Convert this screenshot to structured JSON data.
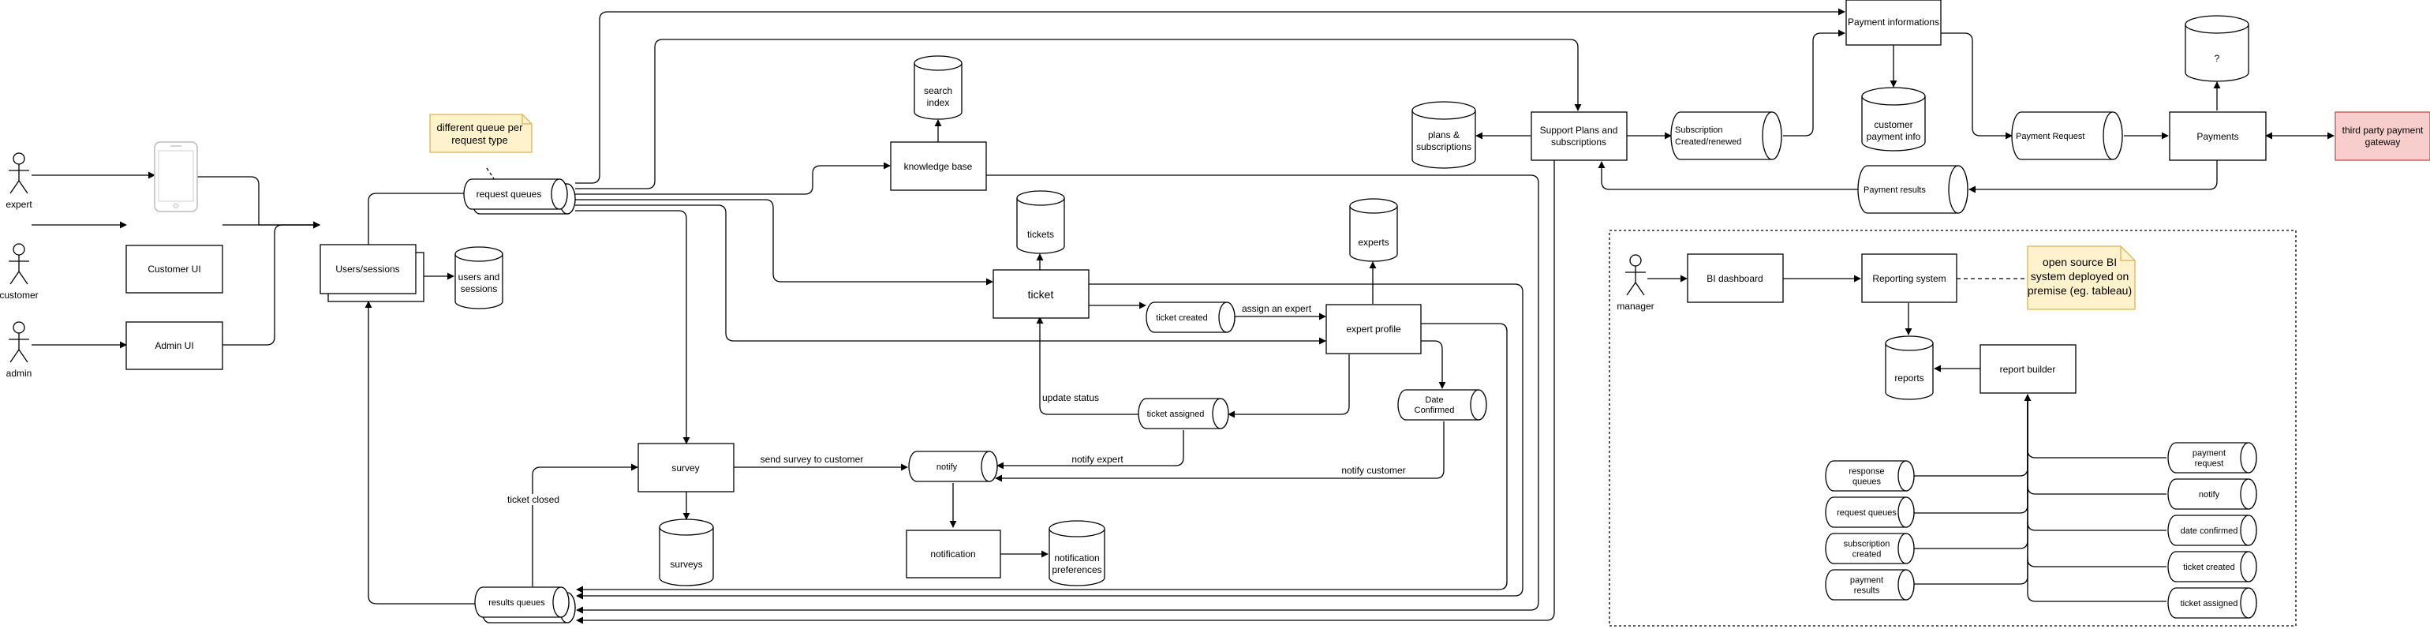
{
  "actors": {
    "expert": "expert",
    "customer": "customer",
    "admin": "admin",
    "manager": "manager"
  },
  "boxes": {
    "customer_ui": "Customer UI",
    "admin_ui": "Admin UI",
    "users_sessions": "Users/sessions",
    "knowledge_base": "knowledge base",
    "ticket": "ticket",
    "expert_profile": "expert profile",
    "survey": "survey",
    "notification": "notification",
    "support_plans": [
      "Support Plans and",
      "subscriptions"
    ],
    "payment_informations": "Payment informations",
    "payments": "Payments",
    "third_party": [
      "third party payment",
      "gateway"
    ],
    "bi_dashboard": "BI dashboard",
    "reporting_system": "Reporting system",
    "report_builder": "report builder"
  },
  "databases": {
    "users_and_sessions": [
      "users and",
      "sessions"
    ],
    "search_index": [
      "search",
      "index"
    ],
    "tickets": "tickets",
    "experts": "experts",
    "surveys": "surveys",
    "notification_preferences": [
      "notification",
      "preferences"
    ],
    "plans_subscriptions": [
      "plans &",
      "subscriptions"
    ],
    "customer_payment_info": [
      "customer",
      "payment info"
    ],
    "unknown": "?",
    "reports": "reports"
  },
  "queues": {
    "request_queues": "request  queues",
    "results_queues": "results queues",
    "ticket_created": "ticket created",
    "ticket_assigned": "ticket assigned",
    "date_confirmed": [
      "Date",
      "Confirmed"
    ],
    "notify": "notify",
    "subscription_created": [
      "Subscription",
      "Created/renewed"
    ],
    "payment_request": "Payment Request",
    "payment_results": "Payment results"
  },
  "report_queues_left": [
    [
      "response",
      "queues"
    ],
    [
      "request queues"
    ],
    [
      "subscription",
      "created"
    ],
    [
      "payment",
      "results"
    ]
  ],
  "report_queues_right": [
    [
      "payment",
      "request"
    ],
    [
      "notify"
    ],
    [
      "date confirmed"
    ],
    [
      "ticket created"
    ],
    [
      "ticket assigned"
    ]
  ],
  "notes": {
    "queue_note": [
      "different queue per",
      "request type"
    ],
    "bi_note": [
      "open source BI",
      "system deployed on",
      "premise (eg. tableau)"
    ]
  },
  "edge_labels": {
    "assign_expert": "assign an expert",
    "update_status": "update status",
    "notify_expert": "notify expert",
    "notify_customer": "notify customer",
    "send_survey": "send survey to customer",
    "ticket_closed": "ticket closed"
  },
  "colors": {
    "note_fill": "#fff2cc",
    "note_stroke": "#d6b656",
    "gateway_fill": "#f8cecc",
    "gateway_stroke": "#b85450",
    "phone_stroke": "#bbbbbb"
  }
}
